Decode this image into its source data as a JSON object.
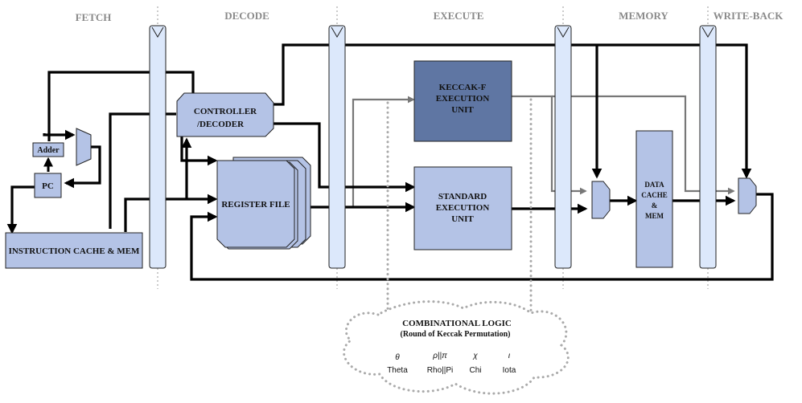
{
  "stages": {
    "fetch": "FETCH",
    "decode": "DECODE",
    "execute": "EXECUTE",
    "memory": "MEMORY",
    "writeback": "WRITE-BACK"
  },
  "blocks": {
    "controller_l1": "CONTROLLER",
    "controller_l2": "/DECODER",
    "register_file": "REGISTER FILE",
    "keccak_l1": "KECCAK-F",
    "keccak_l2": "EXECUTION",
    "keccak_l3": "UNIT",
    "standard_l1": "STANDARD",
    "standard_l2": "EXECUTION",
    "standard_l3": "UNIT",
    "data_cache_l1": "DATA",
    "data_cache_l2": "CACHE",
    "data_cache_l3": "&",
    "data_cache_l4": "MEM",
    "icache": "INSTRUCTION CACHE & MEM",
    "pc": "PC",
    "adder": "Adder"
  },
  "combinational": {
    "title": "COMBINATIONAL LOGIC",
    "subtitle": "(Round of Keccak Permutation)",
    "steps": [
      {
        "symbol": "θ",
        "name": "Theta"
      },
      {
        "symbol": "ρ||π",
        "name": "Rho||Pi"
      },
      {
        "symbol": "χ",
        "name": "Chi"
      },
      {
        "symbol": "ι",
        "name": "Iota"
      }
    ]
  },
  "colors": {
    "pipeline_register": "#dce8fb",
    "block_fill": "#b4c3e6",
    "keccak_fill": "#5f76a3"
  }
}
